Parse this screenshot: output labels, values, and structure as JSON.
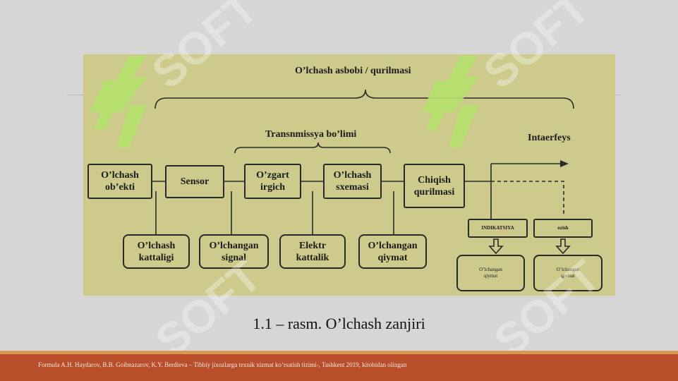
{
  "diagram": {
    "title_top": "O’lchash asbobi / qurilmasi",
    "title_transmission": "Transnmissya bo’limi",
    "title_interface": "Intaerfeys",
    "main_boxes": [
      "O’lchash\nob’ekti",
      "Sensor",
      "O’zgart\nirgich",
      "O’lchash\nsxemasi",
      "Chiqish\nqurilmasi"
    ],
    "bottom_boxes": [
      "O’lchash\nkattaligi",
      "O’lchangan\nsignal",
      "Elektr\nkattalik",
      "O’lchangan\nqiymat"
    ],
    "interface_boxes": [
      "INDIKATSIYA",
      "ozish"
    ],
    "interface_outputs": [
      "O’lchangan\nqiymat",
      "O’lchangan\nqiymat"
    ]
  },
  "watermark": "SOFT",
  "caption": "1.1 – rasm. O’lchash zanjiri",
  "footer": "Formula A.H. Haydarov, B.B. Goibnazarov, K.Y. Berdieva – Tibbiy jixozlarga texnik xizmat ko‘rsatish tizimi-, Tashkent 2019, kitobidan olingan",
  "colors": {
    "diagram_bg": "#cdca8c",
    "footer_bg": "#b94f2a",
    "footer_stripe": "#d69a55",
    "logo_green": "#b6e36e"
  }
}
